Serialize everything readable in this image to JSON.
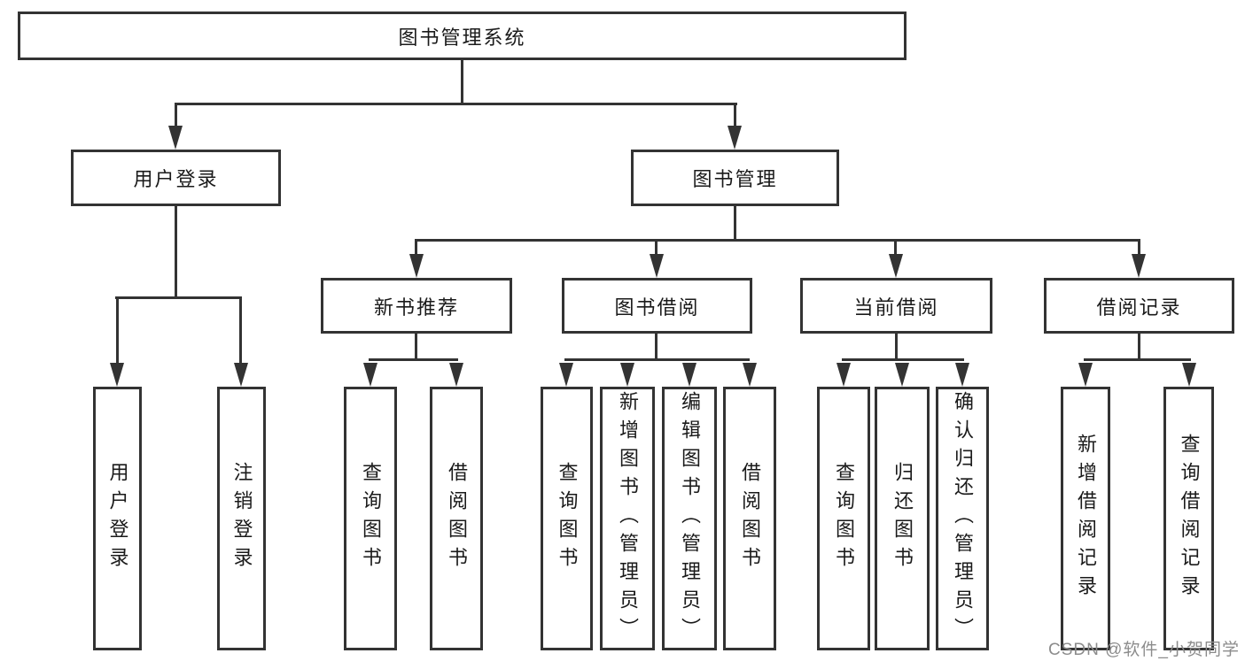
{
  "diagram": {
    "root": {
      "label": "图书管理系统"
    },
    "branches": [
      {
        "label": "用户登录",
        "children": [
          {
            "label": "用户登录"
          },
          {
            "label": "注销登录"
          }
        ]
      },
      {
        "label": "图书管理",
        "children": [
          {
            "label": "新书推荐",
            "children": [
              {
                "label": "查询图书"
              },
              {
                "label": "借阅图书"
              }
            ]
          },
          {
            "label": "图书借阅",
            "children": [
              {
                "label": "查询图书"
              },
              {
                "label": "新增图书（管理员）"
              },
              {
                "label": "编辑图书（管理员）"
              },
              {
                "label": "借阅图书"
              }
            ]
          },
          {
            "label": "当前借阅",
            "children": [
              {
                "label": "查询图书"
              },
              {
                "label": "归还图书"
              },
              {
                "label": "确认归还（管理员）"
              }
            ]
          },
          {
            "label": "借阅记录",
            "children": [
              {
                "label": "新增借阅记录"
              },
              {
                "label": "查询借阅记录"
              }
            ]
          }
        ]
      }
    ]
  },
  "watermark": {
    "text": "CSDN @软件_小贺同学"
  },
  "colors": {
    "line": "#333333",
    "text": "#1a1a1a",
    "watermark": "#8c8c8c",
    "background": "#ffffff"
  }
}
